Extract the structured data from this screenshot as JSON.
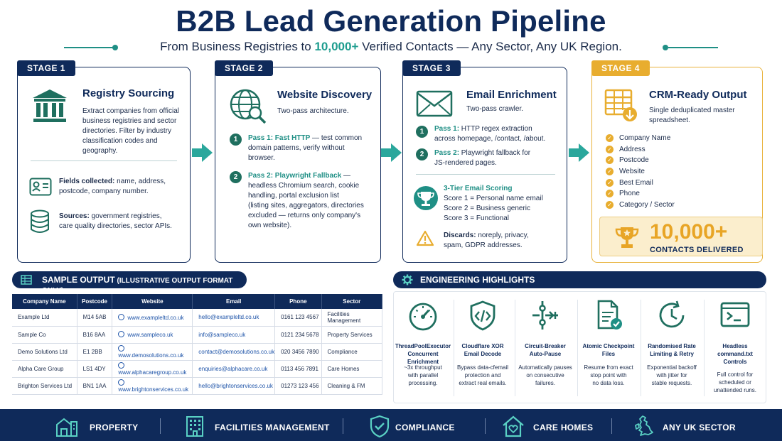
{
  "header": {
    "title": "B2B Lead Generation Pipeline",
    "subtitle_pre": "From Business Registries to ",
    "subtitle_highlight": "10,000+",
    "subtitle_post": " Verified Contacts — Any Sector, Any UK Region."
  },
  "stages": [
    {
      "tag": "STAGE 1",
      "icon": "bank-icon",
      "title": "Registry Sourcing",
      "desc_lines": [
        "Extract companies from official",
        "business registries and sector",
        "directories. Filter by industry",
        "classification codes and geography."
      ],
      "fields_bold": "Fields collected:",
      "fields_line1": " name, address,",
      "fields_line2": "postcode, company number.",
      "sources_bold": "Sources:",
      "sources_line1": " government registries,",
      "sources_line2": "care quality directories, sector APIs."
    },
    {
      "tag": "STAGE 2",
      "icon": "globe-search-icon",
      "title": "Website Discovery",
      "subtitle": "Two-pass architecture.",
      "pass1_num": "1",
      "pass1_bold": "Pass 1: Fast HTTP",
      "pass1_line1": " — test common",
      "pass1_line2": "domain patterns, verify without",
      "pass1_line3": "browser.",
      "pass2_num": "2",
      "pass2_bold": "Pass 2: Playwright Fallback",
      "pass2_line1": " —",
      "pass2_line2": "headless Chromium search, cookie",
      "pass2_line3": "handling, portal exclusion list",
      "pass2_line4": "(listing sites, aggregators, directories",
      "pass2_line5": "excluded — returns only company's",
      "pass2_line6": "own website)."
    },
    {
      "tag": "STAGE 3",
      "icon": "envelope-icon",
      "title": "Email Enrichment",
      "subtitle": "Two-pass crawler.",
      "pass1_num": "1",
      "pass1_bold": "Pass 1:",
      "pass1_line1": " HTTP regex extraction",
      "pass1_line2": "across homepage, /contact, /about.",
      "pass2_num": "2",
      "pass2_bold": "Pass 2:",
      "pass2_line1": " Playwright fallback for",
      "pass2_line2": "JS-rendered pages.",
      "scoring_title": "3-Tier Email Scoring",
      "score1": "Score 1 = Personal name email",
      "score2": "Score 2 = Business generic",
      "score3": "Score 3 = Functional",
      "discards_bold": "Discards:",
      "discards_line1": " noreply, privacy,",
      "discards_line2": "spam, GDPR addresses."
    },
    {
      "tag": "STAGE 4",
      "icon": "spreadsheet-download-icon",
      "title": "CRM-Ready Output",
      "subtitle_line1": "Single deduplicated master",
      "subtitle_line2": "spreadsheet.",
      "checklist": [
        "Company Name",
        "Address",
        "Postcode",
        "Website",
        "Best Email",
        "Phone",
        "Category / Sector"
      ],
      "delivered_value": "10,000+",
      "delivered_label": "CONTACTS DELIVERED"
    }
  ],
  "sample_output": {
    "title": "SAMPLE OUTPUT",
    "note": " (ILLUSTRATIVE OUTPUT FORMAT ONLY)",
    "columns": [
      "Company Name",
      "Postcode",
      "Website",
      "Email",
      "Phone",
      "Sector"
    ],
    "rows": [
      [
        "Example Ltd",
        "M14 5AB",
        "www.exampleltd.co.uk",
        "hello@exampleltd.co.uk",
        "0161 123 4567",
        "Facilities Management"
      ],
      [
        "Sample Co",
        "B16 8AA",
        "www.sampleco.uk",
        "info@sampleco.uk",
        "0121 234 5678",
        "Property Services"
      ],
      [
        "Demo Solutions Ltd",
        "E1 2BB",
        "www.demosolutions.co.uk",
        "contact@demosolutions.co.uk",
        "020 3456 7890",
        "Compliance"
      ],
      [
        "Alpha Care Group",
        "LS1 4DY",
        "www.alphacaregroup.co.uk",
        "enquiries@alphacare.co.uk",
        "0113 456 7891",
        "Care Homes"
      ],
      [
        "Brighton Services Ltd",
        "BN1 1AA",
        "www.brightonservices.co.uk",
        "hello@brightonservices.co.uk",
        "01273 123 456",
        "Cleaning & FM"
      ]
    ]
  },
  "engineering": {
    "title": "ENGINEERING HIGHLIGHTS",
    "items": [
      {
        "icon": "gauge-icon",
        "title_line1": "ThreadPoolExecutor",
        "title_line2": "Concurrent Enrichment",
        "desc_line1": "~3x throughput",
        "desc_line2": "with parallel",
        "desc_line3": "processing."
      },
      {
        "icon": "shield-code-icon",
        "title_line1": "Cloudflare XOR",
        "title_line2": "Email Decode",
        "desc_line1": "Bypass data-cfemail",
        "desc_line2": "protection and",
        "desc_line3": "extract real emails."
      },
      {
        "icon": "circuit-breaker-icon",
        "title_line1": "Circuit-Breaker",
        "title_line2": "Auto-Pause",
        "desc_line1": "Automatically pauses",
        "desc_line2": "on consecutive",
        "desc_line3": "failures."
      },
      {
        "icon": "document-check-icon",
        "title_line1": "Atomic Checkpoint",
        "title_line2": "Files",
        "desc_line1": "Resume from exact",
        "desc_line2": "stop point with",
        "desc_line3": "no data loss."
      },
      {
        "icon": "retry-clock-icon",
        "title_line1": "Randomised Rate",
        "title_line2": "Limiting & Retry",
        "desc_line1": "Exponential backoff",
        "desc_line2": "with jitter for",
        "desc_line3": "stable requests."
      },
      {
        "icon": "terminal-icon",
        "title_line1": "Headless",
        "title_line2": "command.txt",
        "title_line3": "Controls",
        "desc_line1": "Full control for",
        "desc_line2": "scheduled or",
        "desc_line3": "unattended runs."
      }
    ]
  },
  "footer": {
    "items": [
      {
        "icon": "buildings-icon",
        "label": "PROPERTY"
      },
      {
        "icon": "office-building-icon",
        "label": "FACILITIES MANAGEMENT"
      },
      {
        "icon": "shield-check-icon",
        "label": "COMPLIANCE"
      },
      {
        "icon": "home-heart-icon",
        "label": "CARE HOMES"
      },
      {
        "icon": "uk-map-icon",
        "label": "ANY UK SECTOR"
      }
    ]
  },
  "colors": {
    "navy": "#0f2a5a",
    "teal": "#1f8f85",
    "gold": "#e8ad2f",
    "link": "#1d53a8"
  }
}
